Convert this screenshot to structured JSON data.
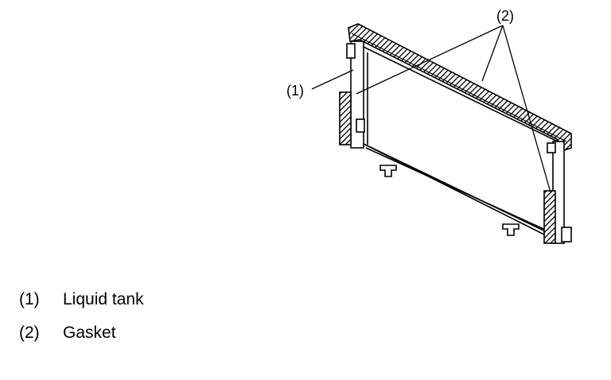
{
  "callouts": {
    "part1": "(1)",
    "part2": "(2)"
  },
  "legend": {
    "items": [
      {
        "number": "(1)",
        "label": "Liquid tank"
      },
      {
        "number": "(2)",
        "label": "Gasket"
      }
    ]
  },
  "colors": {
    "line": "#000000",
    "gasket_fill": "#5a5a5a",
    "background": "#ffffff"
  }
}
